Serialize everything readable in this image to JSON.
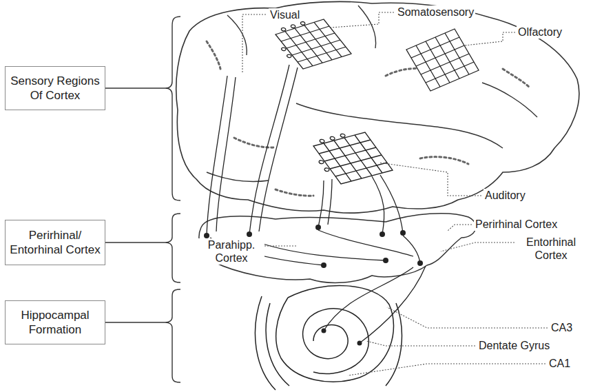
{
  "diagram": {
    "nodes": [
      {
        "text": [
          "Sensory Regions Of Cortex"
        ]
      },
      {
        "text": [
          "Perirhinal/ Entorhinal Cortex"
        ]
      },
      {
        "text": [
          "Hippocampal Formation"
        ]
      }
    ],
    "labels": [
      "Visual",
      "Somatosensory",
      "Olfactory",
      "Auditory",
      "Perirhinal Cortex",
      "Entorhinal Cortex",
      "Parahipp. Cortex",
      "CA3",
      "Dentate Gyrus",
      "CA1"
    ]
  }
}
